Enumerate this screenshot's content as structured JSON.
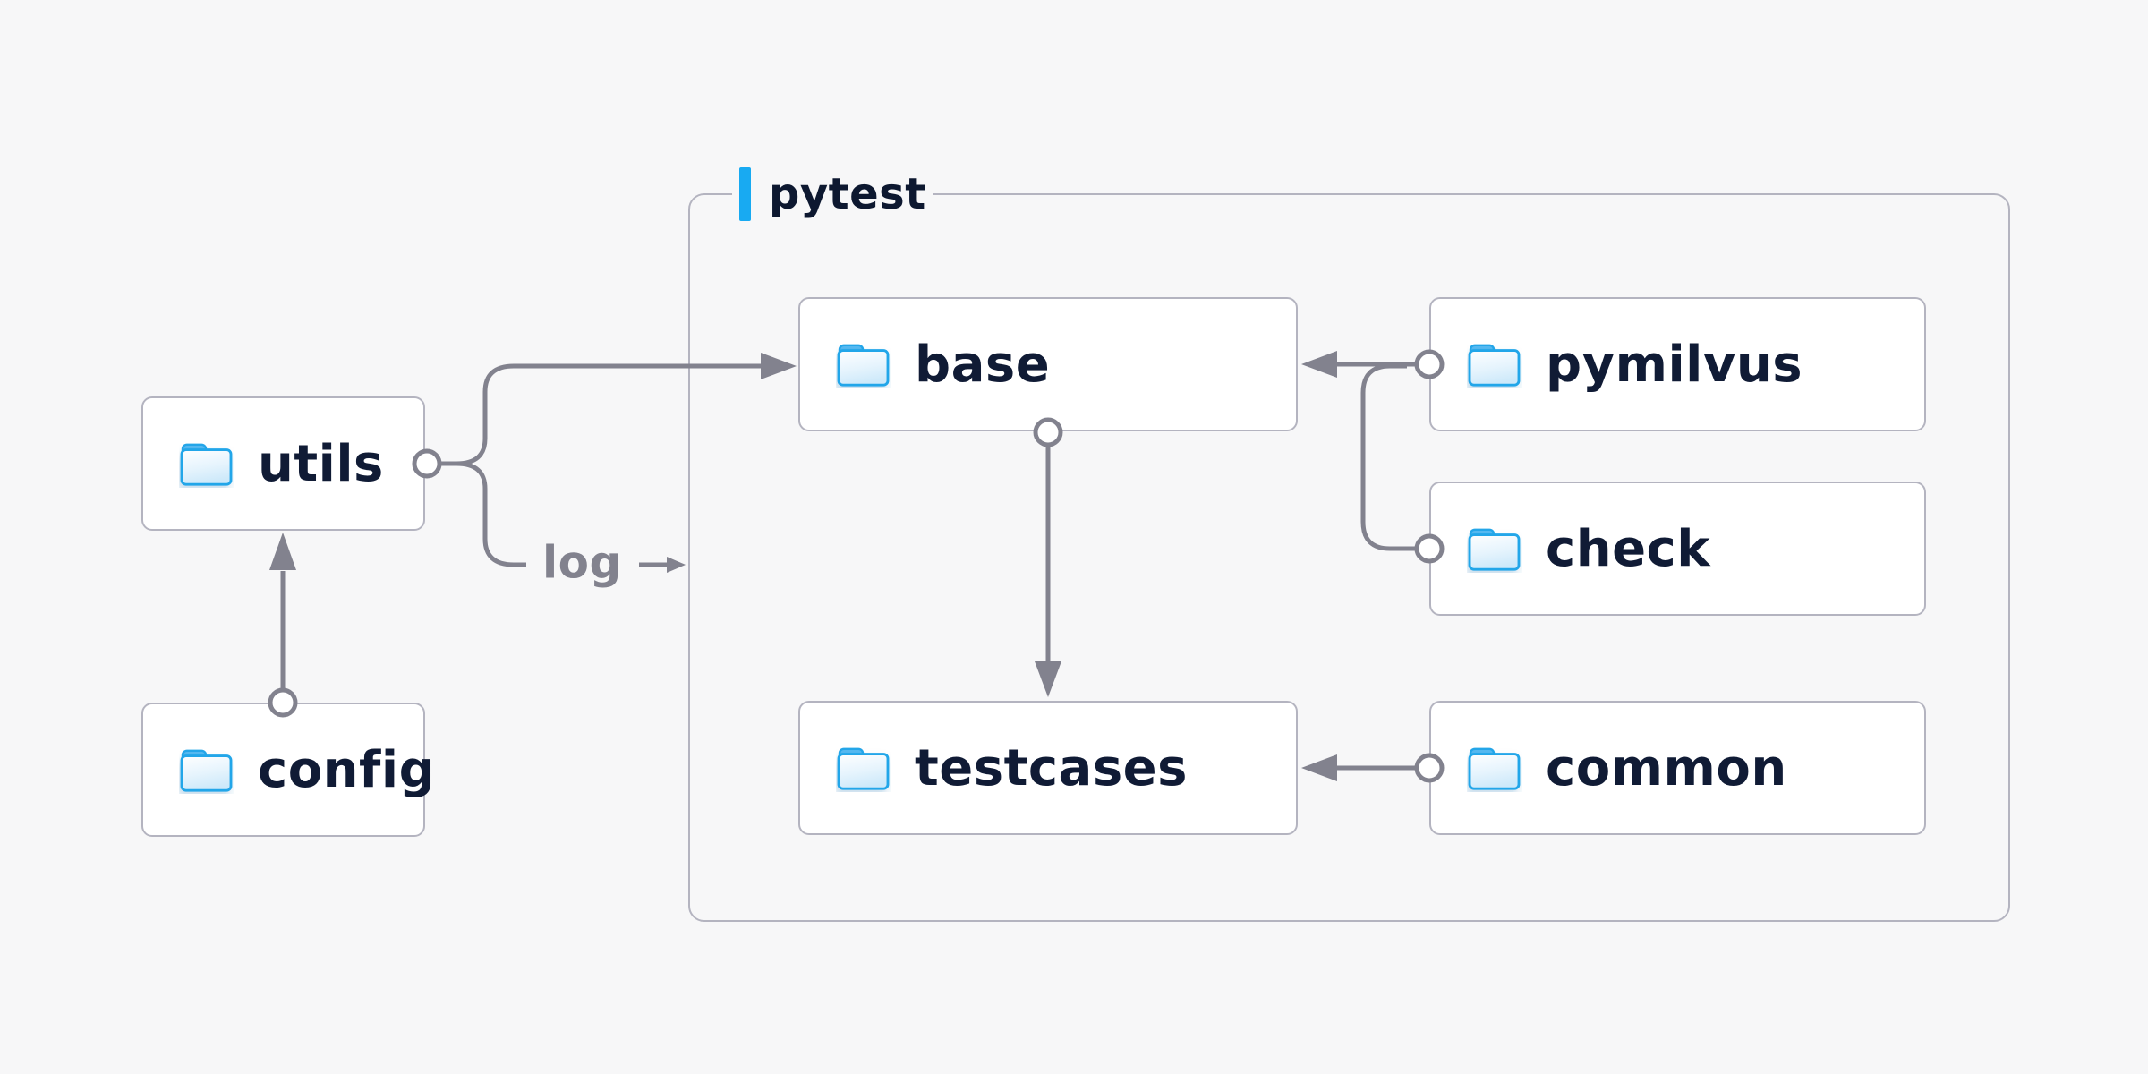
{
  "page": {
    "background": "#f7f7f8"
  },
  "colors": {
    "accent_blue": "#18aaf2",
    "connector_gray": "#82828e",
    "border_gray": "#b4b4c0",
    "box_fill": "#ffffff",
    "label_navy": "#101b35",
    "muted_gray": "#82828e",
    "folder_stroke_blue": "#24a6e9",
    "folder_fill_light": "#fdfeff",
    "folder_fill_dark": "#cde9fa"
  },
  "container": {
    "label": "pytest"
  },
  "nodes": {
    "utils": {
      "label": "utils",
      "icon": "folder-icon"
    },
    "config": {
      "label": "config",
      "icon": "folder-icon"
    },
    "base": {
      "label": "base",
      "icon": "folder-icon"
    },
    "pymilvus": {
      "label": "pymilvus",
      "icon": "folder-icon"
    },
    "check": {
      "label": "check",
      "icon": "folder-icon"
    },
    "testcases": {
      "label": "testcases",
      "icon": "folder-icon"
    },
    "common": {
      "label": "common",
      "icon": "folder-icon"
    }
  },
  "edge_labels": {
    "log": "log"
  },
  "edges": [
    {
      "from": "config",
      "to": "utils"
    },
    {
      "from": "utils",
      "to": "base"
    },
    {
      "from": "utils",
      "to": "log"
    },
    {
      "from": "pymilvus",
      "to": "base"
    },
    {
      "from": "check",
      "to": "base"
    },
    {
      "from": "base",
      "to": "testcases"
    },
    {
      "from": "common",
      "to": "testcases"
    }
  ]
}
